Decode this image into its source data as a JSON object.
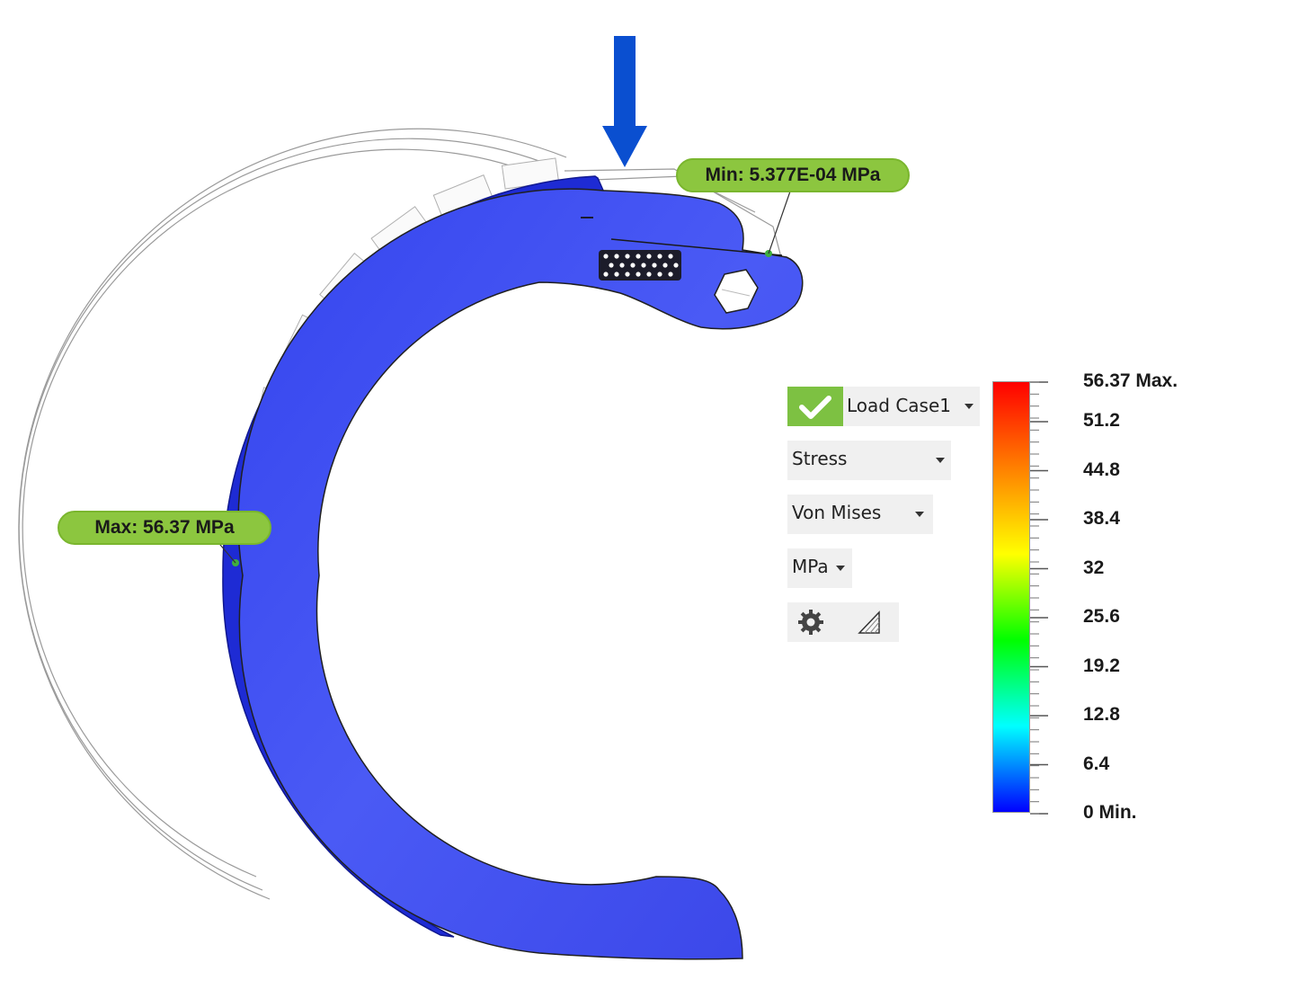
{
  "callouts": {
    "min": "Min: 5.377E-04 MPa",
    "max": "Max: 56.37 MPa"
  },
  "panel": {
    "load_case": "Load Case1",
    "result_type": "Stress",
    "result_component": "Von Mises",
    "units": "MPa",
    "tools": [
      "gear-icon",
      "deformation-scale-icon"
    ]
  },
  "legend": {
    "labels": [
      "56.37 Max.",
      "51.2",
      "44.8",
      "38.4",
      "32",
      "25.6",
      "19.2",
      "12.8",
      "6.4",
      "0 Min."
    ],
    "colors": [
      "#ff0000",
      "#ff8000",
      "#ffff00",
      "#00ff00",
      "#00ffff",
      "#0000ff"
    ]
  },
  "colors": {
    "part_blue": "#3a4df0",
    "load_arrow": "#0a4fd0",
    "callout_green": "#8cc63f",
    "check_green": "#7dc142"
  }
}
